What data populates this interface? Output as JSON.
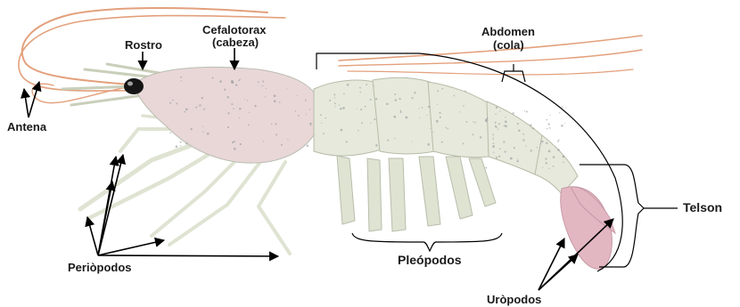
{
  "labels": {
    "antena": "Antena",
    "rostro": "Rostro",
    "cefalotorax_line1": "Cefalotorax",
    "cefalotorax_line2": "(cabeza)",
    "abdomen_line1": "Abdomen",
    "abdomen_line2": "(cola)",
    "telson": "Telson",
    "pleopodos": "Pleópodos",
    "pereiopodos": "Periòpodos",
    "uropodos": "Uròpodos"
  },
  "colors": {
    "antenna": "#e3a07c",
    "body": "#e6e9db",
    "body_shadow": "#c9cfba",
    "head_tint": "#e9d7d8",
    "tail_pink": "#e3b7c2",
    "legs": "#dfe3d2",
    "speckle": "#8a9096",
    "eye": "#161616",
    "line": "#000000"
  }
}
